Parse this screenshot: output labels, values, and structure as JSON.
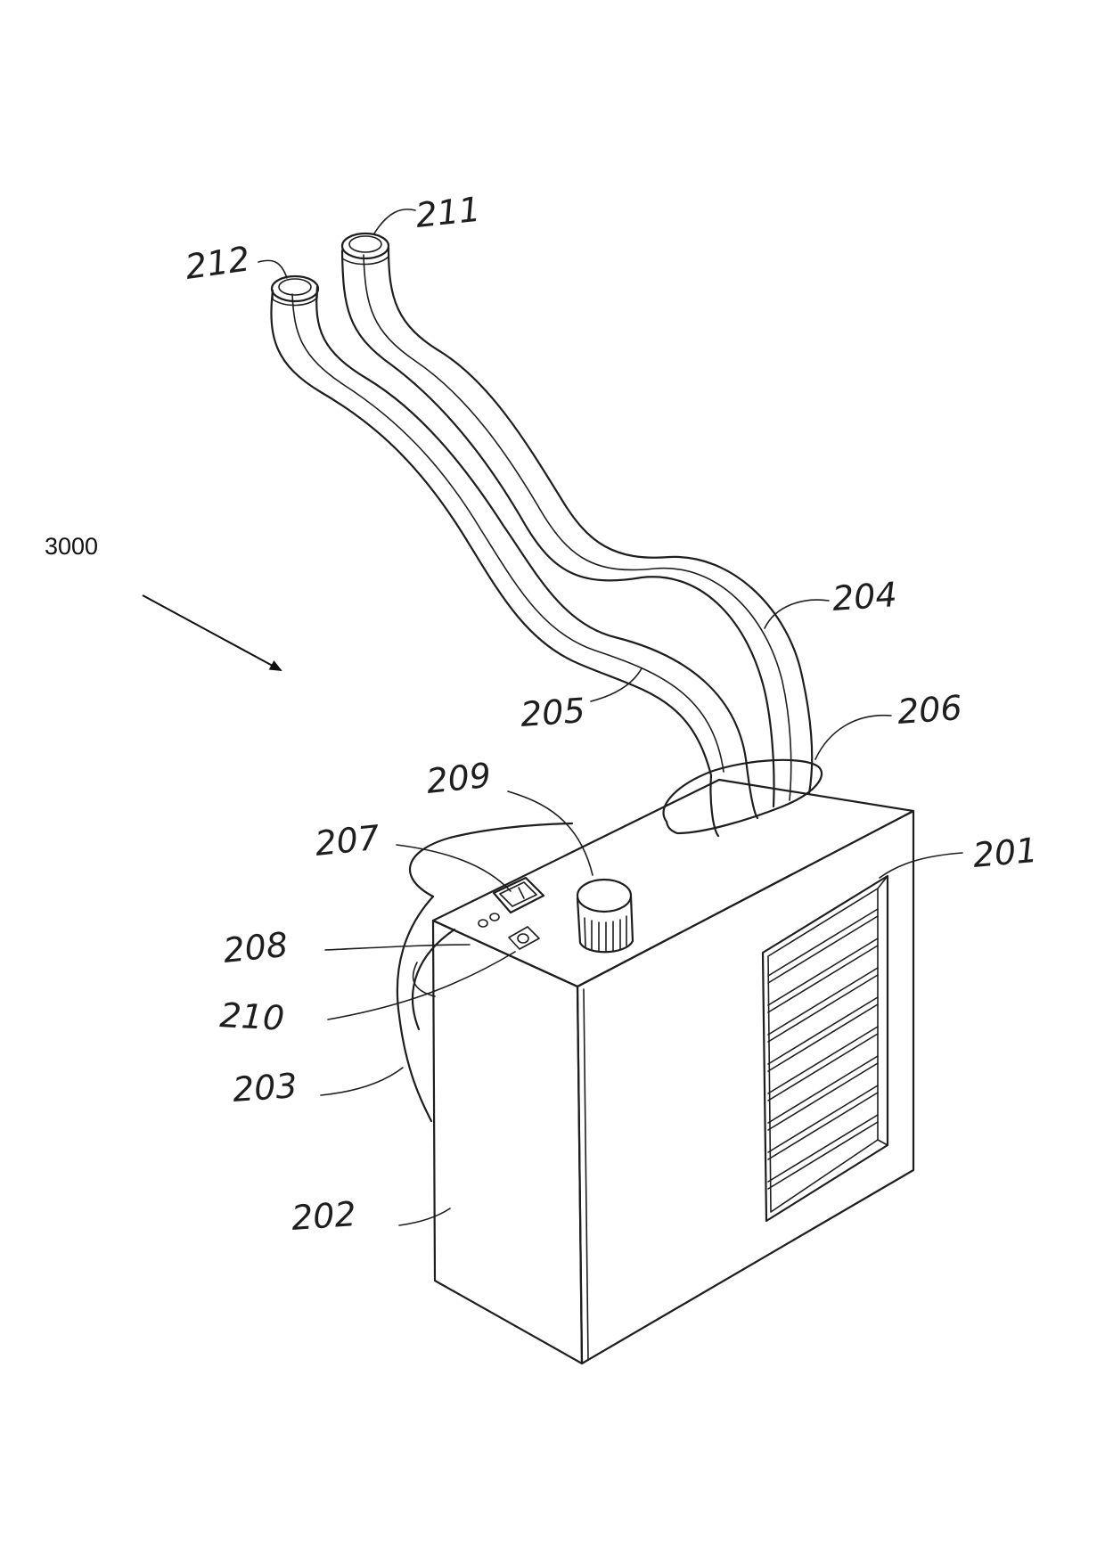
{
  "figure": {
    "main_label": "3000",
    "references": {
      "r201": "201",
      "r202": "202",
      "r203": "203",
      "r204": "204",
      "r205": "205",
      "r206": "206",
      "r207": "207",
      "r208": "208",
      "r209": "209",
      "r210": "210",
      "r211": "211",
      "r212": "212"
    }
  }
}
